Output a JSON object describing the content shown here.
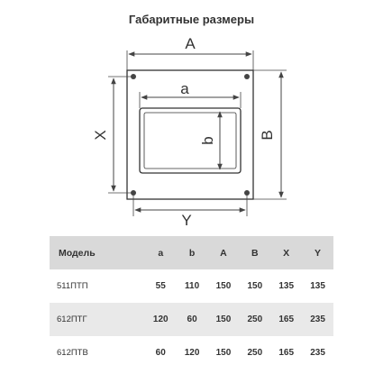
{
  "title": "Габаритные размеры",
  "dimensions": {
    "outer_width": "A",
    "inner_width": "a",
    "inner_height": "b",
    "outer_height": "B",
    "hole_height": "X",
    "hole_width": "Y"
  },
  "table": {
    "headers": [
      "Модель",
      "a",
      "b",
      "A",
      "B",
      "X",
      "Y"
    ],
    "rows": [
      [
        "511ПТП",
        "55",
        "110",
        "150",
        "150",
        "135",
        "135"
      ],
      [
        "612ПТГ",
        "120",
        "60",
        "150",
        "250",
        "165",
        "235"
      ],
      [
        "612ПТВ",
        "60",
        "120",
        "150",
        "250",
        "165",
        "235"
      ]
    ]
  }
}
